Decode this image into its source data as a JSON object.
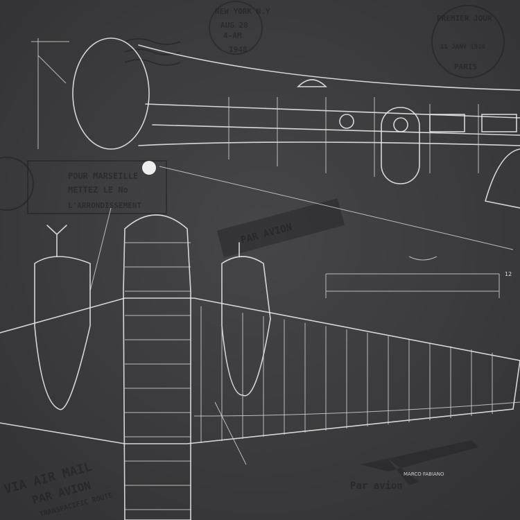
{
  "artwork": {
    "postmark_newyork": {
      "city": "NEW YORK N.Y",
      "date": "AUG 28",
      "time": "4-AM",
      "year": "1948"
    },
    "postmark_paris": {
      "top": "PREMIER JOUR",
      "date": "11 JANV 1938",
      "bottom": "PARIS"
    },
    "mail_stamp": {
      "line1": "POUR MARSEILLE",
      "line2": "METTEZ LE No",
      "line3": "L'ARRONDISSEMENT"
    },
    "label_par_avion": "PAR AVION",
    "airmail_stamp": {
      "line1": "VIA AIR MAIL",
      "line2": "PAR AVION",
      "line3": "TRANSPACIFIC ROUTE"
    },
    "par_avion_script": "Par avion",
    "dimension_note": "12",
    "signature": "MARCO FABIANO",
    "colors": {
      "background": "#3b3b3d",
      "chalk": "#e8e8e8",
      "stamp": "#1e1e20"
    }
  }
}
